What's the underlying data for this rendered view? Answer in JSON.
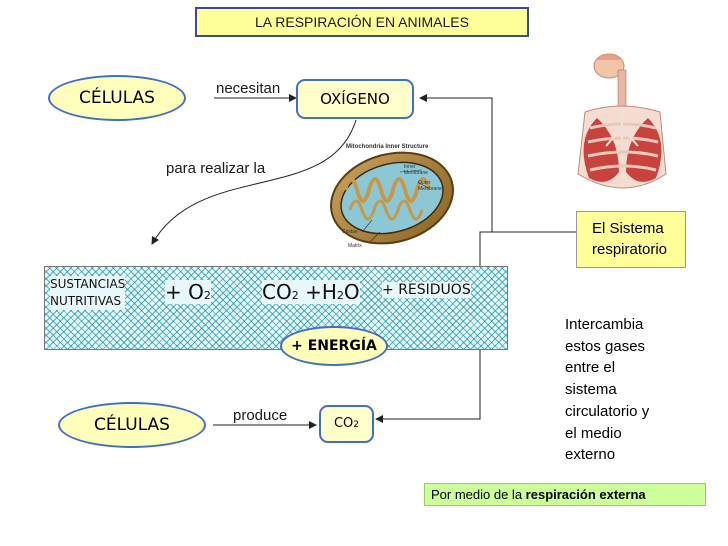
{
  "title": "LA RESPIRACIÓN EN ANIMALES",
  "top_row": {
    "cells": "CÉLULAS",
    "verb": "necesitan",
    "oxygen": "OXÍGENO"
  },
  "link_label": "para realizar la",
  "equation": {
    "sustancias": "SUSTANCIAS",
    "nutritivas": "NUTRITIVAS",
    "plus1": "+",
    "o": "O",
    "o_sub": "2",
    "co": "CO",
    "co_sub": "2",
    "plus2": "+",
    "h": "H",
    "h_sub": "2",
    "o2": "O",
    "plus3": "+",
    "residuos": "RESIDUOS"
  },
  "energy": "+ ENERGÍA",
  "bottom_row": {
    "cells": "CÉLULAS",
    "verb": "produce",
    "co": "CO",
    "co_sub": "2"
  },
  "mito": {
    "title": "Mitochondria Inner Structure",
    "inner1": "Inner",
    "inner2": "Membrane",
    "outer1": "Outer",
    "outer2": "Membrane",
    "cristae": "Cristae",
    "matrix": "Matrix"
  },
  "system_box": {
    "line1": "El Sistema",
    "line2": "respiratorio"
  },
  "description": [
    "Intercambia",
    "estos gases",
    "entre el",
    "sistema",
    "circulatorio y",
    "el medio",
    "externo"
  ],
  "footer": {
    "prefix": "Por medio de la ",
    "bold": "respiración externa"
  },
  "colors": {
    "title_bg": "#ffff99",
    "oval_border": "#3f6fc8",
    "band": "#008ca5",
    "footer_bg": "#ccff99",
    "side_box_bg": "#ffff99"
  }
}
